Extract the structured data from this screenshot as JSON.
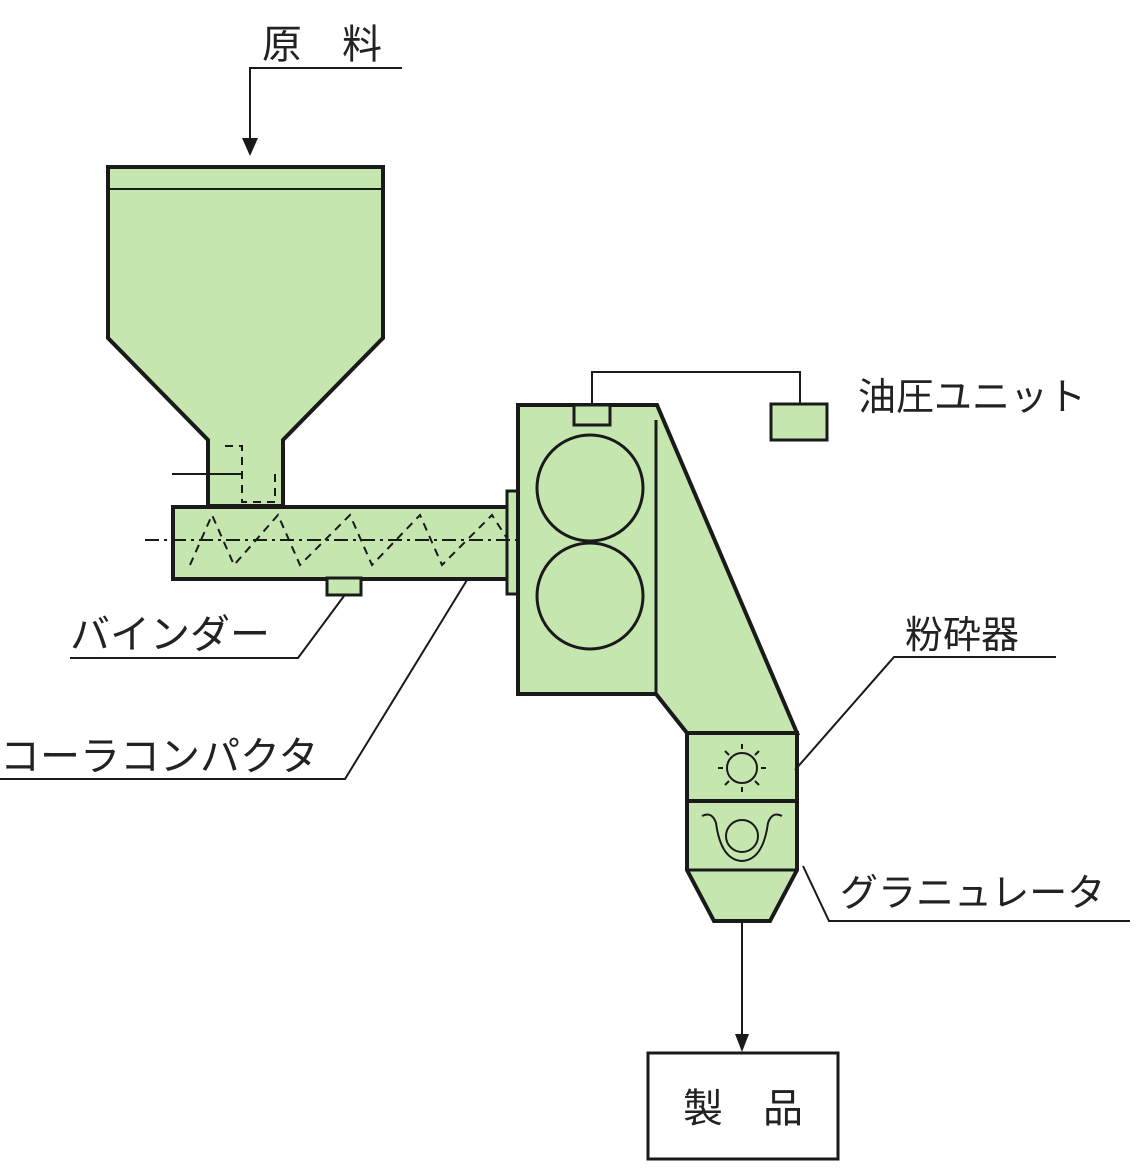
{
  "labels": {
    "raw_material": "原　料",
    "hydraulic_unit": "油圧ユニット",
    "binder": "バインダー",
    "roller_compactor": "コーラコンパクタ",
    "crusher": "粉砕器",
    "granulator": "グラニュレータ",
    "product": "製　品"
  },
  "colors": {
    "equipment_fill": "#c6e6b0",
    "outline": "#1a1a1a"
  }
}
